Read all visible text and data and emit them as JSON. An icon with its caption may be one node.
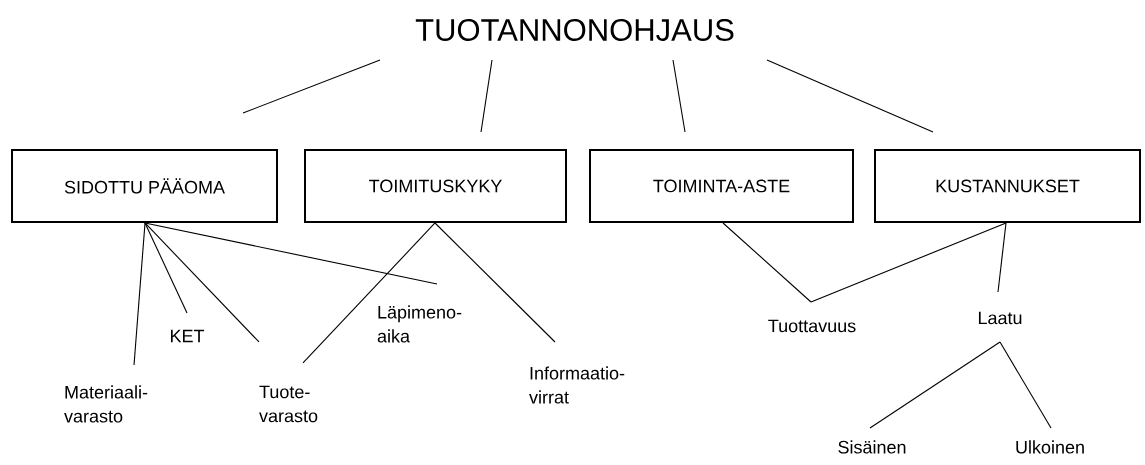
{
  "diagram": {
    "nodes": [
      {
        "text": [
          "TUOTANNONOHJAUS"
        ]
      },
      {
        "text": [
          "SIDOTTU PÄÄOMA"
        ]
      },
      {
        "text": [
          "TOIMITUSKYKY"
        ]
      },
      {
        "text": [
          "TOIMINTA-ASTE"
        ]
      },
      {
        "text": [
          "KUSTANNUKSET"
        ]
      },
      {
        "text": [
          "Materiaali- varasto"
        ]
      },
      {
        "text": [
          "KET"
        ]
      },
      {
        "text": [
          "Tuote- varasto"
        ]
      },
      {
        "text": [
          "Läpimeno- aika"
        ]
      },
      {
        "text": [
          "Informaatio- virrat"
        ]
      },
      {
        "text": [
          "Tuottavuus"
        ]
      },
      {
        "text": [
          "Laatu"
        ]
      },
      {
        "text": [
          "Sisäinen"
        ]
      },
      {
        "text": [
          "Ulkoinen"
        ]
      }
    ],
    "edges": [
      {
        "from": 0,
        "to": 1,
        "arrow": "none"
      },
      {
        "from": 0,
        "to": 2,
        "arrow": "none"
      },
      {
        "from": 0,
        "to": 3,
        "arrow": "none"
      },
      {
        "from": 0,
        "to": 4,
        "arrow": "none"
      },
      {
        "from": 1,
        "to": 5,
        "arrow": "none"
      },
      {
        "from": 1,
        "to": 6,
        "arrow": "none"
      },
      {
        "from": 1,
        "to": 7,
        "arrow": "none"
      },
      {
        "from": 1,
        "to": 8,
        "arrow": "none"
      },
      {
        "from": 2,
        "to": 7,
        "arrow": "none"
      },
      {
        "from": 2,
        "to": 9,
        "arrow": "none"
      },
      {
        "from": 3,
        "to": 10,
        "arrow": "none"
      },
      {
        "from": 4,
        "to": 10,
        "arrow": "none"
      },
      {
        "from": 4,
        "to": 11,
        "arrow": "none"
      },
      {
        "from": 11,
        "to": 12,
        "arrow": "none"
      },
      {
        "from": 11,
        "to": 13,
        "arrow": "none"
      }
    ]
  }
}
